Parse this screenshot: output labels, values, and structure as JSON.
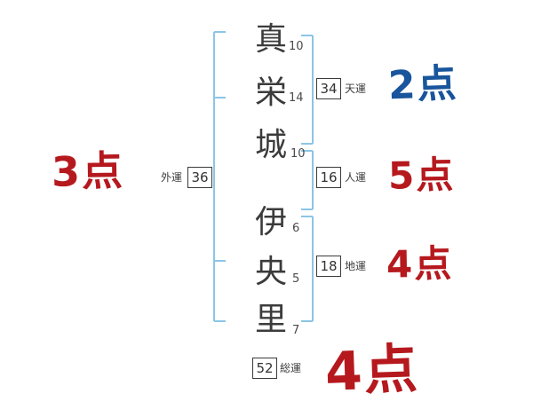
{
  "name_chars": [
    {
      "char": "真",
      "strokes": "10"
    },
    {
      "char": "栄",
      "strokes": "14"
    },
    {
      "char": "城",
      "strokes": "10"
    },
    {
      "char": "伊",
      "strokes": "6"
    },
    {
      "char": "央",
      "strokes": "5"
    },
    {
      "char": "里",
      "strokes": "7"
    }
  ],
  "fortunes": {
    "gaiun": {
      "label": "外運",
      "value": "36",
      "score": "3点",
      "score_color": "#b5191e"
    },
    "tenun": {
      "label": "天運",
      "value": "34",
      "score": "2点",
      "score_color": "#19559c"
    },
    "jinun": {
      "label": "人運",
      "value": "16",
      "score": "5点",
      "score_color": "#b5191e"
    },
    "chiun": {
      "label": "地運",
      "value": "18",
      "score": "4点",
      "score_color": "#b5191e"
    },
    "soun": {
      "label": "総運",
      "value": "52",
      "score": "4点",
      "score_color": "#b5191e"
    }
  },
  "colors": {
    "bracket_blue": "#8cc5e6",
    "score_red": "#b5191e",
    "score_blue": "#19559c",
    "ink": "#3b3b3b"
  }
}
